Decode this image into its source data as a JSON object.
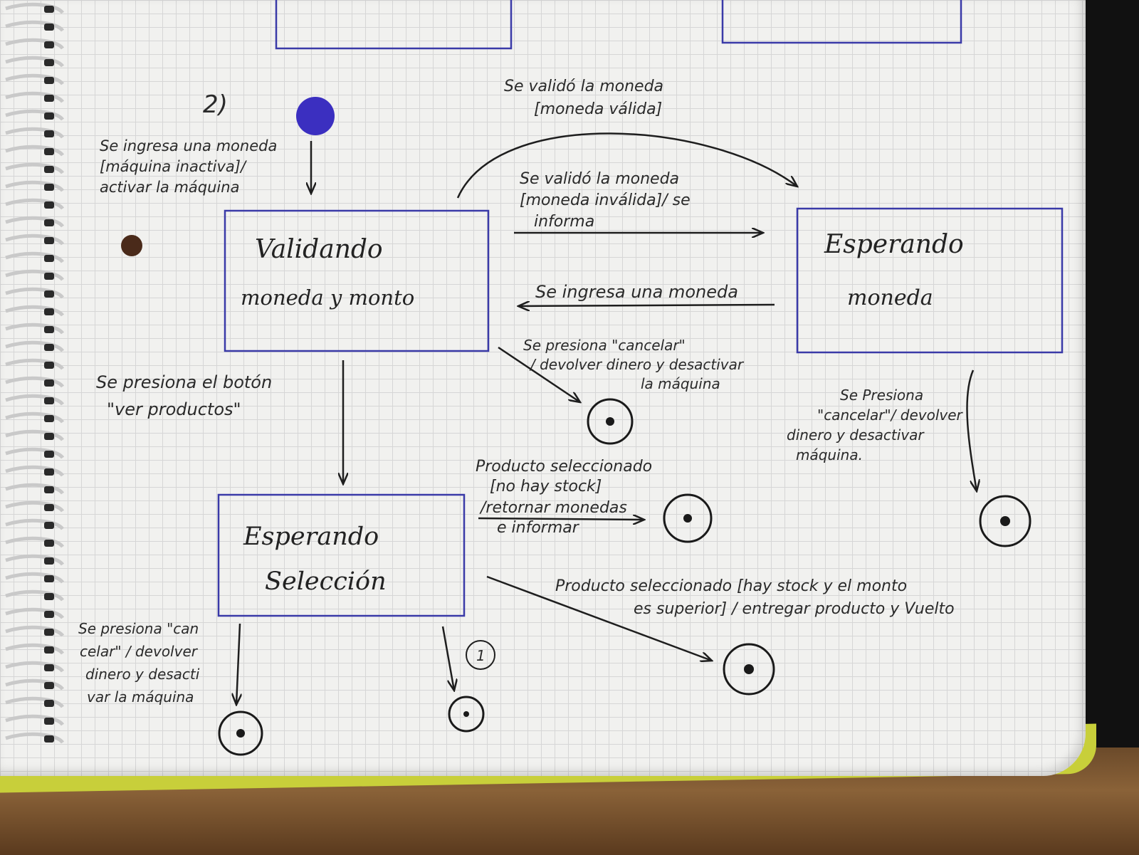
{
  "question_number": "2)",
  "states": [
    {
      "id": "validando",
      "lines": [
        "Validando",
        "moneda y monto"
      ]
    },
    {
      "id": "esperando-moneda",
      "lines": [
        "Esperando",
        "moneda"
      ]
    },
    {
      "id": "esperando-seleccion",
      "lines": [
        "Esperando",
        "Selección"
      ]
    }
  ],
  "transitions": {
    "initial": [
      "Se ingresa una moneda",
      "[máquina inactiva]/",
      "activar la máquina"
    ],
    "valid_coin": [
      "Se validó la moneda",
      "[moneda válida]"
    ],
    "invalid_coin": [
      "Se validó la moneda",
      "[moneda inválida]/ se",
      "informa"
    ],
    "insert_coin": [
      "Se ingresa una moneda"
    ],
    "cancel_validando": [
      "Se presiona \"cancelar\"",
      "/ devolver dinero y desactivar",
      "la máquina"
    ],
    "ver_productos": [
      "Se presiona el botón",
      "\"ver productos\""
    ],
    "cancel_esperando_moneda": [
      "Se Presiona",
      "\"cancelar\"/ devolver",
      "dinero y desactivar",
      "máquina."
    ],
    "no_stock": [
      "Producto seleccionado",
      "[no hay stock]",
      "/retornar monedas",
      "e informar"
    ],
    "stock_ok": [
      "Producto seleccionado [hay stock y el monto",
      "es superior] / entregar producto y Vuelto"
    ],
    "cancel_seleccion": [
      "Se presiona \"can",
      "celar\" / devolver",
      "dinero y desacti",
      "var la máquina"
    ],
    "note_circled": "1"
  },
  "colors": {
    "ink": "#1e1e1e",
    "frame": "#3a3aa8",
    "initial_dot": "#3b2fc0",
    "paper": "#f1f1ef",
    "grid": "#d6d6d6"
  }
}
